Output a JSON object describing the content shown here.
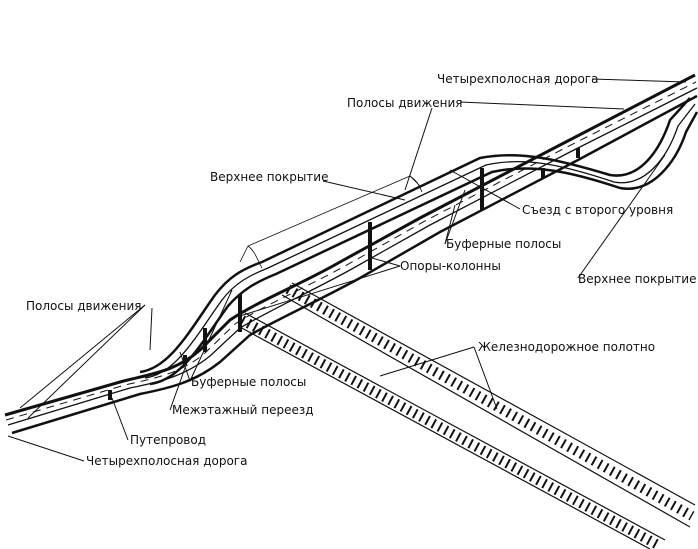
{
  "labels": {
    "four_lane_top": "Четырехполосная дорога",
    "lanes_top": "Полосы движения",
    "top_surface_left": "Верхнее покрытие",
    "exit_second_level": "Съезд с второго уровня",
    "buffer_lanes_right": "Буферные полосы",
    "support_columns": "Опоры-колонны",
    "top_surface_right": "Верхнее покрытие",
    "lanes_left": "Полосы движения",
    "railway_bed": "Железнодорожное полотно",
    "buffer_lanes_left": "Буферные полосы",
    "interlevel_crossing": "Межэтажный переезд",
    "overpass": "Путепровод",
    "four_lane_bottom": "Четырехполосная дорога"
  },
  "colors": {
    "ink": "#111111",
    "background": "#ffffff"
  }
}
